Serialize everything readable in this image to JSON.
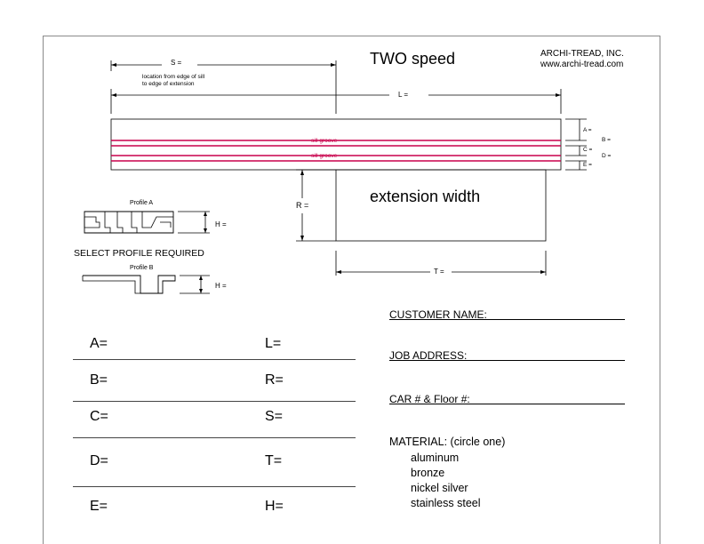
{
  "header": {
    "title": "TWO speed",
    "company": "ARCHI-TREAD, INC.",
    "website": "www.archi-tread.com"
  },
  "drawing": {
    "s_label": "S =",
    "s_note_line1": "location from edge of sill",
    "s_note_line2": "to edge of extension",
    "l_label": "L =",
    "groove_label_1": "sill groove",
    "groove_label_2": "sill groove",
    "a_label": "A =",
    "b_label": "B =",
    "c_label": "C =",
    "d_label": "D =",
    "e_label": "E =",
    "r_label": "R =",
    "t_label": "T =",
    "extension_label": "extension width",
    "groove_color": "#c8004b"
  },
  "profiles": {
    "profile_a_label": "Profile A",
    "profile_a_h_label": "H =",
    "select_label": "SELECT PROFILE REQUIRED",
    "profile_b_label": "Profile B",
    "profile_b_h_label": "H ="
  },
  "customer": {
    "name_label": "CUSTOMER NAME:",
    "job_address_label": "JOB ADDRESS:",
    "car_floor_label": "CAR # & Floor #:"
  },
  "material": {
    "heading": "MATERIAL:  (circle one)",
    "options": [
      "aluminum",
      "bronze",
      "nickel silver",
      "stainless steel"
    ]
  },
  "dimensions": {
    "left": [
      "A=",
      "B=",
      "C=",
      "D=",
      "E="
    ],
    "right": [
      "L=",
      "R=",
      "S=",
      "T=",
      "H="
    ]
  }
}
